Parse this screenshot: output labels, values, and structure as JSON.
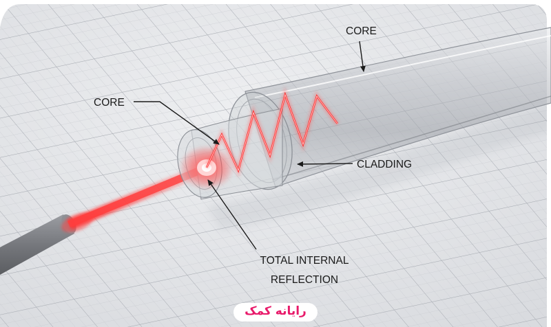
{
  "labels": {
    "core_top": "CORE",
    "core_left": "CORE",
    "cladding": "CLADDING",
    "tir_line1": "TOTAL INTERNAL",
    "tir_line2": "REFLECTION"
  },
  "watermark": "رایانه کمک",
  "colors": {
    "laser": "#ff2a2a",
    "label": "#1a1a1a",
    "cable": "#7d7f84",
    "watermark": "#e81a6a"
  }
}
